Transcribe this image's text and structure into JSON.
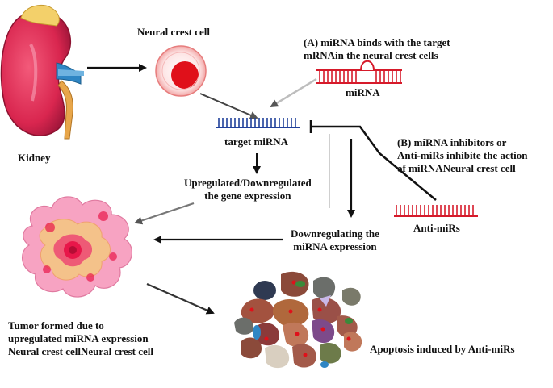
{
  "labels": {
    "kidney": "Kidney",
    "neural_crest_cell": "Neural crest cell",
    "a_caption": [
      "(A) miRNA binds with the target",
      "mRNAin the neural crest cells"
    ],
    "mirna": "miRNA",
    "target_mirna": "target miRNA",
    "b_caption": [
      "(B) miRNA inhibitors or",
      "Anti-miRs inhibite the action",
      "of miRNANeural crest cell"
    ],
    "anti_mirs": "Anti-miRs",
    "gene_expression": [
      "Upregulated/Downregulated",
      "the gene expression"
    ],
    "downregulating": [
      "Downregulating the",
      "miRNA expression"
    ],
    "tumor": [
      "Tumor formed due to",
      "upregulated miRNA expression",
      "Neural crest cellNeural crest cell"
    ],
    "apoptosis": "Apoptosis induced by Anti-miRs"
  },
  "colors": {
    "kidney": "#d9264f",
    "adrenal": "#f3d06a",
    "ureter": "#e8a64a",
    "vessel": "#2f86c4",
    "cell_outer": "#fbd3d3",
    "cell_nucleus": "#e0101a",
    "mirna_red": "#d61a2a",
    "target_blue": "#1f3f9a",
    "arrow": "#111111",
    "tumor_outer": "#f7a3c2",
    "tumor_mid": "#f4c28a",
    "tumor_core": "#e8174a"
  }
}
